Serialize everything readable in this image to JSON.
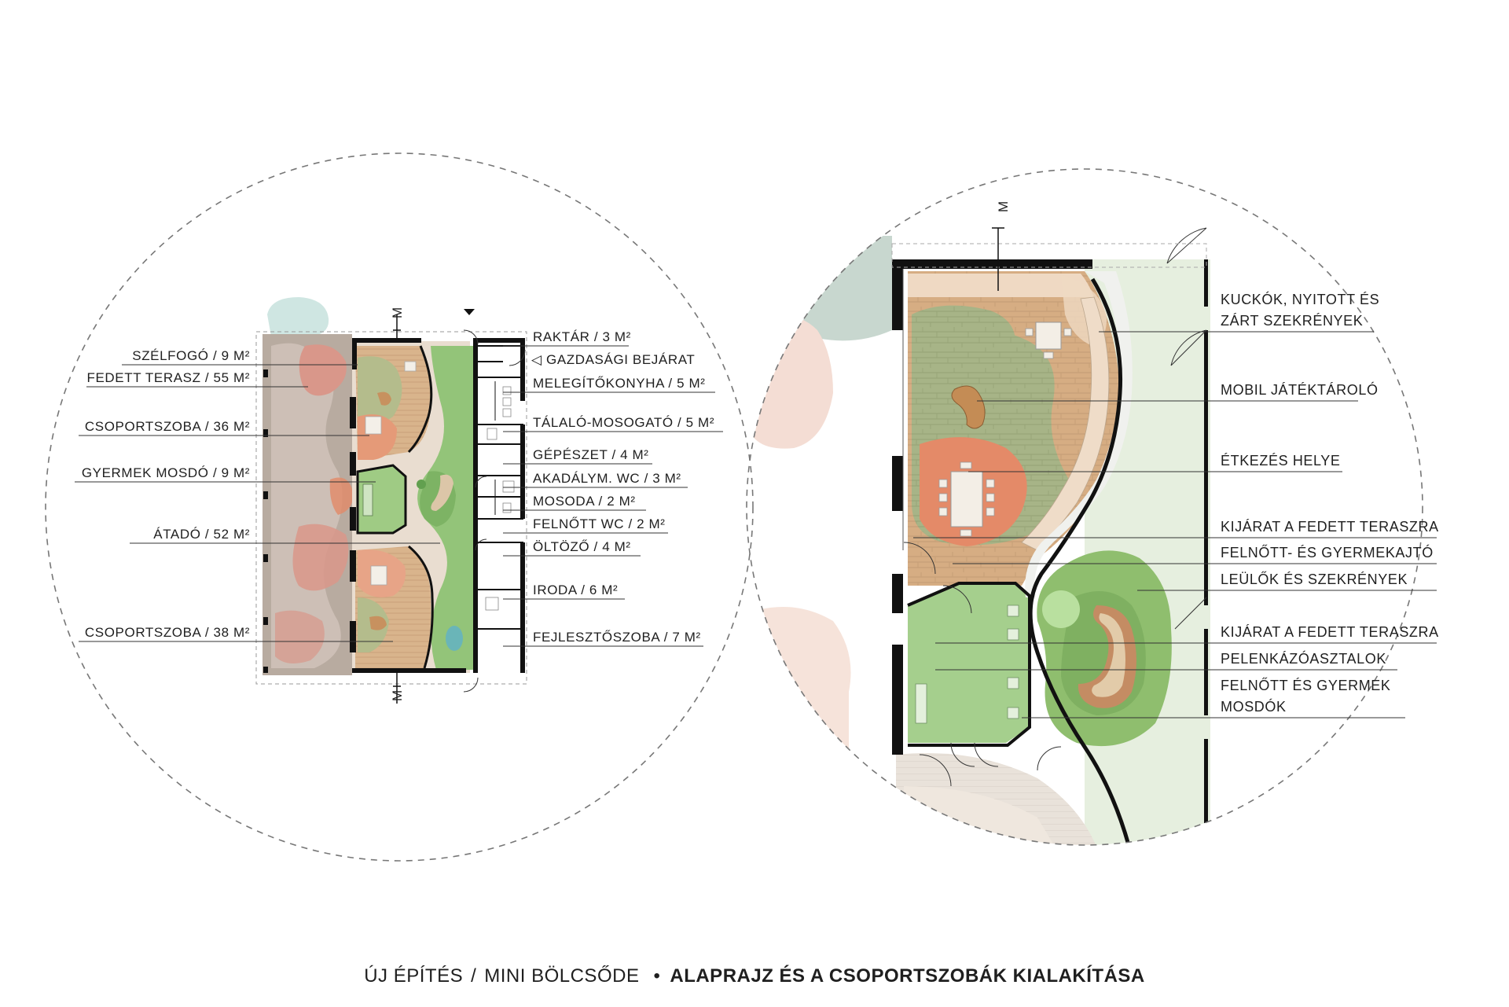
{
  "left_plan": {
    "north_marks": [
      "M",
      "M"
    ],
    "labels_left": [
      "SZÉLFOGÓ / 9 M²",
      "FEDETT TERASZ / 55 M²",
      "CSOPORTSZOBA / 36 M²",
      "GYERMEK MOSDÓ / 9 M²",
      "ÁTADÓ / 52 M²",
      "CSOPORTSZOBA / 38 M²"
    ],
    "labels_right": [
      "RAKTÁR / 3 M²",
      "GAZDASÁGI BEJÁRAT",
      "MELEGÍTŐKONYHA / 5 M²",
      "TÁLALÓ-MOSOGATÓ / 5 M²",
      "GÉPÉSZET / 4 M²",
      "AKADÁLYM. WC / 3 M²",
      "MOSODA / 2 M²",
      "FELNŐTT WC / 2 M²",
      "ÖLTÖZŐ / 4 M²",
      "IRODA / 6 M²",
      "FEJLESZTŐSZOBA / 7 M²"
    ]
  },
  "right_plan": {
    "north_mark": "M",
    "labels": [
      "KUCKÓK, NYITOTT ÉS",
      "ZÁRT SZEKRÉNYEK",
      "MOBIL JÁTÉKTÁROLÓ",
      "ÉTKEZÉS HELYE",
      "KIJÁRAT A FEDETT TERASZRA",
      "FELNŐTT- ÉS GYERMEKAJTÓ",
      "LEÜLŐK ÉS SZEKRÉNYEK",
      "KIJÁRAT A FEDETT TERASZRA",
      "PELENKÁZÓASZTALOK",
      "FELNŐTT ÉS GYERMEK",
      "MOSDÓK"
    ]
  },
  "footer": {
    "part1": "ÚJ ÉPÍTÉS",
    "separator": "/",
    "part2": "MINI BÖLCSŐDE",
    "bullet": "•",
    "title": "ALAPRAJZ ÉS A CSOPORTSZOBÁK KIALAKÍTÁSA"
  },
  "colors": {
    "wall": "#111111",
    "wood": "#d9b48c",
    "green_floor": "#a9c08f",
    "green_area": "#8fbe6e",
    "coral": "#e28a68",
    "terrace": "#b3a49a",
    "light_green": "#e6efdf",
    "dash": "#777777"
  }
}
